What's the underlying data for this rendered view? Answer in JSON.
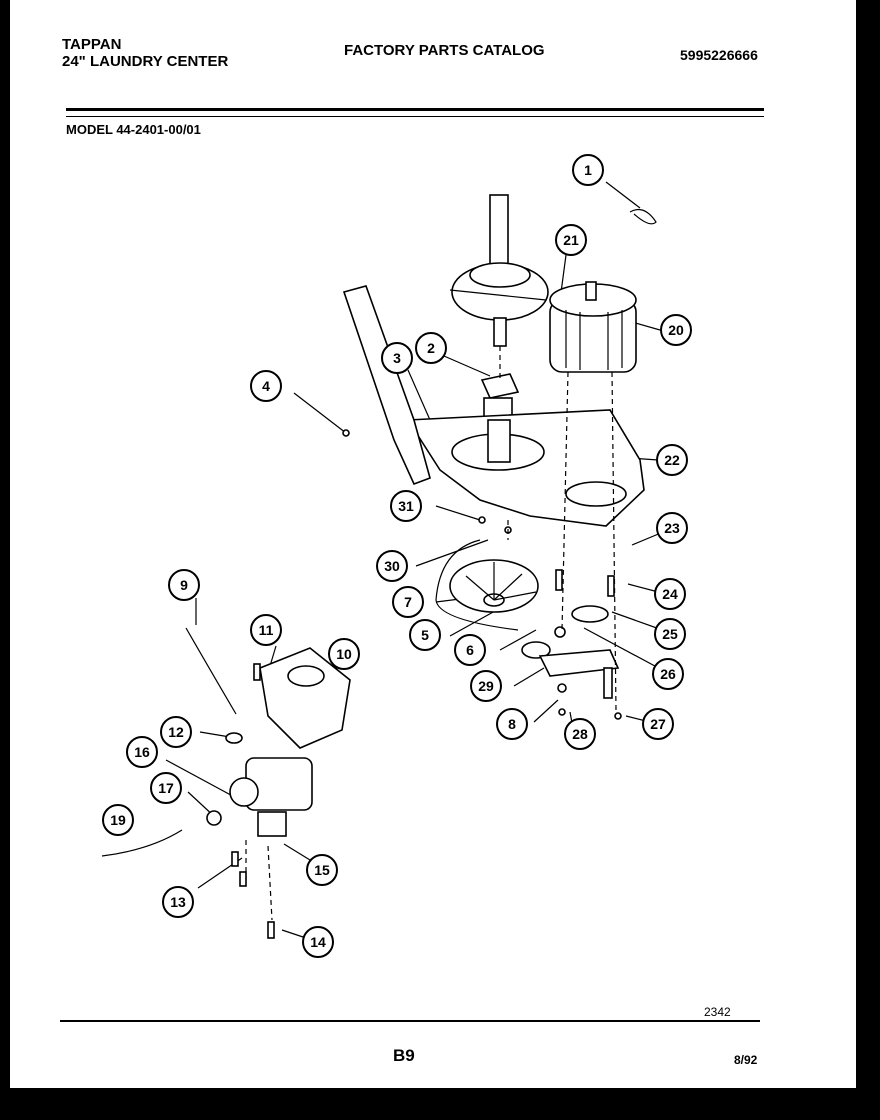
{
  "header": {
    "brand_line1": "TAPPAN",
    "brand_line2": "24\" LAUNDRY CENTER",
    "catalog_title": "FACTORY PARTS CATALOG",
    "part_number": "5995226666",
    "model": "MODEL 44-2401-00/01"
  },
  "footer": {
    "drawing_code": "2342",
    "page_label": "B9",
    "date": "8/92"
  },
  "callouts": [
    "1",
    "2",
    "3",
    "4",
    "5",
    "6",
    "7",
    "8",
    "9",
    "10",
    "11",
    "12",
    "13",
    "14",
    "15",
    "16",
    "17",
    "19",
    "20",
    "21",
    "22",
    "23",
    "24",
    "25",
    "26",
    "27",
    "28",
    "29",
    "30",
    "31"
  ]
}
